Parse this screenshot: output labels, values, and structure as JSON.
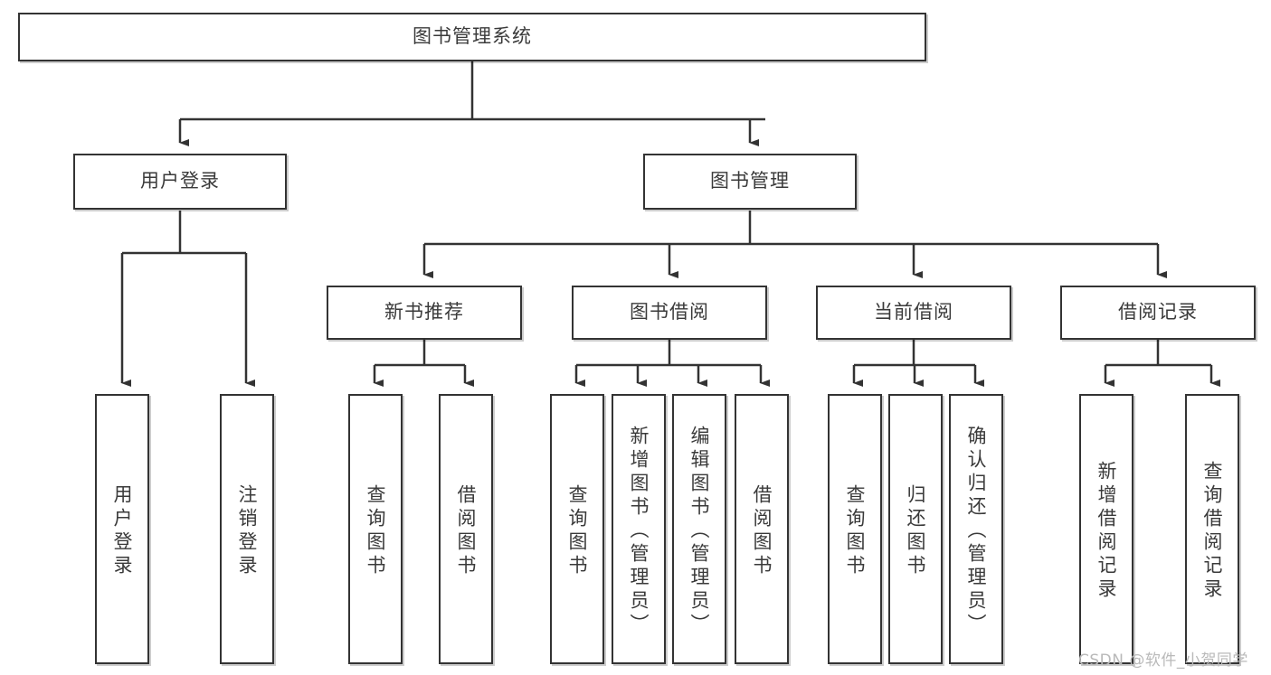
{
  "diagram": {
    "title": "图书管理系统",
    "type": "tree-hierarchy",
    "orientation": "top-down",
    "root": {
      "id": "root",
      "label": "图书管理系统"
    },
    "level2": [
      {
        "id": "user-login",
        "label": "用户登录"
      },
      {
        "id": "book-manage",
        "label": "图书管理"
      }
    ],
    "level3": [
      {
        "id": "new-book-recommend",
        "label": "新书推荐",
        "parent": "book-manage"
      },
      {
        "id": "book-borrow",
        "label": "图书借阅",
        "parent": "book-manage"
      },
      {
        "id": "current-borrow",
        "label": "当前借阅",
        "parent": "book-manage"
      },
      {
        "id": "borrow-record",
        "label": "借阅记录",
        "parent": "book-manage"
      }
    ],
    "leaves": [
      {
        "id": "leaf-user-login",
        "label": "用户登录",
        "parent": "user-login"
      },
      {
        "id": "leaf-logout",
        "label": "注销登录",
        "parent": "user-login"
      },
      {
        "id": "leaf-query-book-1",
        "label": "查询图书",
        "parent": "new-book-recommend"
      },
      {
        "id": "leaf-borrow-book-1",
        "label": "借阅图书",
        "parent": "new-book-recommend"
      },
      {
        "id": "leaf-query-book-2",
        "label": "查询图书",
        "parent": "book-borrow"
      },
      {
        "id": "leaf-add-book",
        "label": "新增图书（管理员）",
        "parent": "book-borrow"
      },
      {
        "id": "leaf-edit-book",
        "label": "编辑图书（管理员）",
        "parent": "book-borrow"
      },
      {
        "id": "leaf-borrow-book-2",
        "label": "借阅图书",
        "parent": "book-borrow"
      },
      {
        "id": "leaf-query-book-3",
        "label": "查询图书",
        "parent": "current-borrow"
      },
      {
        "id": "leaf-return-book",
        "label": "归还图书",
        "parent": "current-borrow"
      },
      {
        "id": "leaf-confirm-return",
        "label": "确认归还（管理员）",
        "parent": "current-borrow"
      },
      {
        "id": "leaf-add-record",
        "label": "新增借阅记录",
        "parent": "borrow-record"
      },
      {
        "id": "leaf-query-record",
        "label": "查询借阅记录",
        "parent": "borrow-record"
      }
    ]
  },
  "watermark": {
    "text": "CSDN @软件_小贺同学"
  },
  "colors": {
    "background": "#ffffff",
    "box_border": "#333333",
    "box_fill": "#ffffff",
    "text": "#3a3a3a",
    "connector": "#333333",
    "watermark": "#b9b9b9"
  }
}
